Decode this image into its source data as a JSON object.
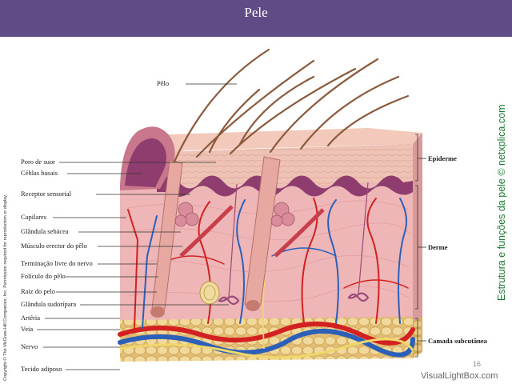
{
  "title": "Pele",
  "labels_left": [
    {
      "id": "pelo",
      "text": "Pêlo"
    },
    {
      "id": "poro",
      "text": "Poro de suor"
    },
    {
      "id": "celulas",
      "text": "Céhlas basais"
    },
    {
      "id": "receptor",
      "text": "Receptor sensorial"
    },
    {
      "id": "capilares",
      "text": "Capilares"
    },
    {
      "id": "sebacea",
      "text": "Glândula sebácea"
    },
    {
      "id": "musculo",
      "text": "Músculo erector do pêlo"
    },
    {
      "id": "terminacao",
      "text": "Terminação livre do nervo"
    },
    {
      "id": "foliculo",
      "text": "Folículo do pêlo"
    },
    {
      "id": "raiz",
      "text": "Raiz do pelo"
    },
    {
      "id": "sudoripara",
      "text": "Glândula sudorípara"
    },
    {
      "id": "arteria",
      "text": "Artéria"
    },
    {
      "id": "veia",
      "text": "Veia"
    },
    {
      "id": "nervo",
      "text": "Nervo"
    },
    {
      "id": "adiposo",
      "text": "Tecido adiposo"
    }
  ],
  "labels_right": [
    {
      "id": "epiderme",
      "text": "Epiderme"
    },
    {
      "id": "derme",
      "text": "Derme"
    },
    {
      "id": "subcutanea",
      "text": "Camada subcutânea"
    }
  ],
  "copyright": "Copyright © The McGraw-Hill Companies, Inc. Permission required for reproduction or display.",
  "side_caption": "Estrutura e funções da pele © netxplica.com",
  "page_number": "16",
  "watermark": "VisualLightBox.com",
  "colors": {
    "title_bar": "#5f4c86",
    "epidermis": "#e7b3a8",
    "dermis": "#eeb7b7",
    "basal_layer": "#8e3d6e",
    "fat": "#e6c684",
    "artery": "#d32020",
    "vein": "#2c5fb8",
    "caption_green": "#1f7a33"
  }
}
